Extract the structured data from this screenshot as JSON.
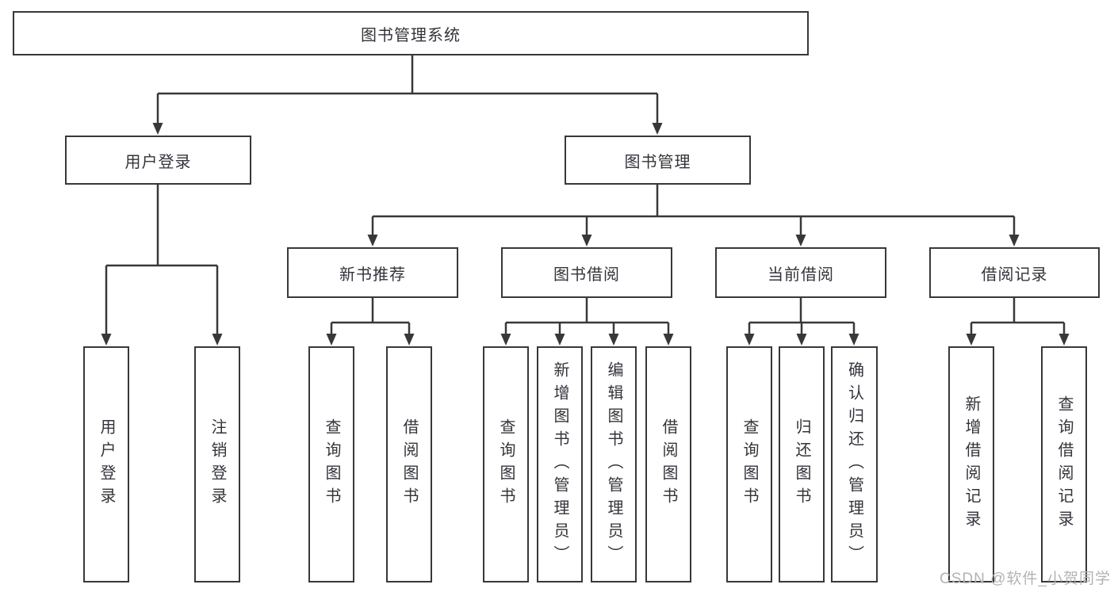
{
  "nodes": {
    "root": "图书管理系统",
    "user_login": "用户登录",
    "book_mgmt": "图书管理",
    "new_book_rec": "新书推荐",
    "book_borrow": "图书借阅",
    "current_borrow": "当前借阅",
    "borrow_record": "借阅记录",
    "leaf_user_login": "用户登录",
    "leaf_logout": "注销登录",
    "leaf_nb_query": "查询图书",
    "leaf_nb_borrow": "借阅图书",
    "leaf_bb_query": "查询图书",
    "leaf_bb_add": "新增图书（管理员）",
    "leaf_bb_edit": "编辑图书（管理员）",
    "leaf_bb_borrow": "借阅图书",
    "leaf_cb_query": "查询图书",
    "leaf_cb_return": "归还图书",
    "leaf_cb_confirm": "确认归还（管理员）",
    "leaf_br_add": "新增借阅记录",
    "leaf_br_query": "查询借阅记录"
  },
  "structure": {
    "图书管理系统": [
      "用户登录",
      "图书管理"
    ],
    "用户登录": [
      "用户登录",
      "注销登录"
    ],
    "图书管理": [
      "新书推荐",
      "图书借阅",
      "当前借阅",
      "借阅记录"
    ],
    "新书推荐": [
      "查询图书",
      "借阅图书"
    ],
    "图书借阅": [
      "查询图书",
      "新增图书（管理员）",
      "编辑图书（管理员）",
      "借阅图书"
    ],
    "当前借阅": [
      "查询图书",
      "归还图书",
      "确认归还（管理员）"
    ],
    "借阅记录": [
      "新增借阅记录",
      "查询借阅记录"
    ]
  },
  "watermark": {
    "text": "CSDN @软件_小贺同学",
    "color": "#b3b3b3"
  },
  "colors": {
    "line": "#383838",
    "text": "#33343a",
    "box_fill": "#ffffff",
    "background": "#ffffff"
  }
}
